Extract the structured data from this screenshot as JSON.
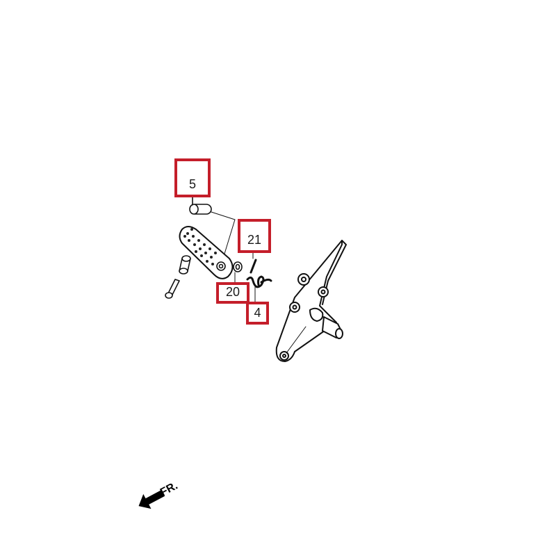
{
  "diagram": {
    "type": "exploded parts diagram",
    "subject": "rider footpeg / step bracket assembly",
    "accent_color": "#c41e2a",
    "callouts": [
      {
        "id": "5",
        "label": "5",
        "part": "footpeg pivot pin"
      },
      {
        "id": "21",
        "label": "21",
        "part": "cotter pin"
      },
      {
        "id": "20",
        "label": "20",
        "part": "washer"
      },
      {
        "id": "4",
        "label": "4",
        "part": "return spring"
      }
    ],
    "direction_marker": {
      "label": "FR.",
      "icon": "arrow-front-icon"
    }
  }
}
